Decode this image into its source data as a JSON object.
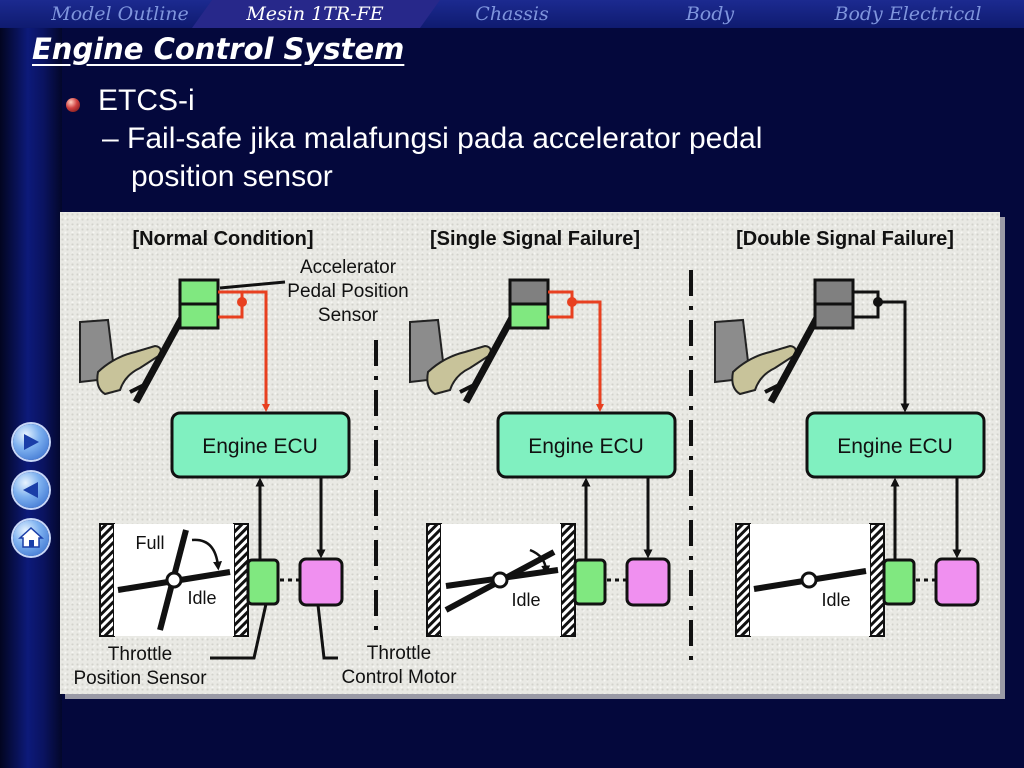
{
  "nav": {
    "tabs": [
      {
        "label": "Model Outline",
        "active": false
      },
      {
        "label": "Mesin 1TR-FE",
        "active": true
      },
      {
        "label": "Chassis",
        "active": false
      },
      {
        "label": "Body",
        "active": false
      },
      {
        "label": "Body Electrical",
        "active": false
      }
    ]
  },
  "slide": {
    "title": "Engine Control System",
    "bullet": "ETCS-i",
    "subline_1": "– Fail-safe jika malafungsi pada accelerator pedal",
    "subline_2": "position sensor"
  },
  "side_buttons": [
    {
      "icon": "next-arrow-icon"
    },
    {
      "icon": "previous-arrow-icon"
    },
    {
      "icon": "home-icon"
    }
  ],
  "diagram": {
    "panels": [
      {
        "heading": "[Normal Condition]",
        "ecu_label": "Engine ECU",
        "idle_label": "Idle",
        "full_label": "Full"
      },
      {
        "heading": "[Single Signal Failure]",
        "ecu_label": "Engine ECU",
        "idle_label": "Idle"
      },
      {
        "heading": "[Double Signal Failure]",
        "ecu_label": "Engine ECU",
        "idle_label": "Idle"
      }
    ],
    "labels": {
      "app_sensor": [
        "Accelerator",
        "Pedal Position",
        "Sensor"
      ],
      "throttle_position_sensor": [
        "Throttle",
        "Position Sensor"
      ],
      "throttle_control_motor": [
        "Throttle",
        "Control Motor"
      ]
    },
    "colors": {
      "ecu_fill": "#80f0c0",
      "sensor_ok": "#80e880",
      "sensor_fail": "#808080",
      "motor": "#f090f0",
      "signal_red": "#e84020"
    }
  }
}
